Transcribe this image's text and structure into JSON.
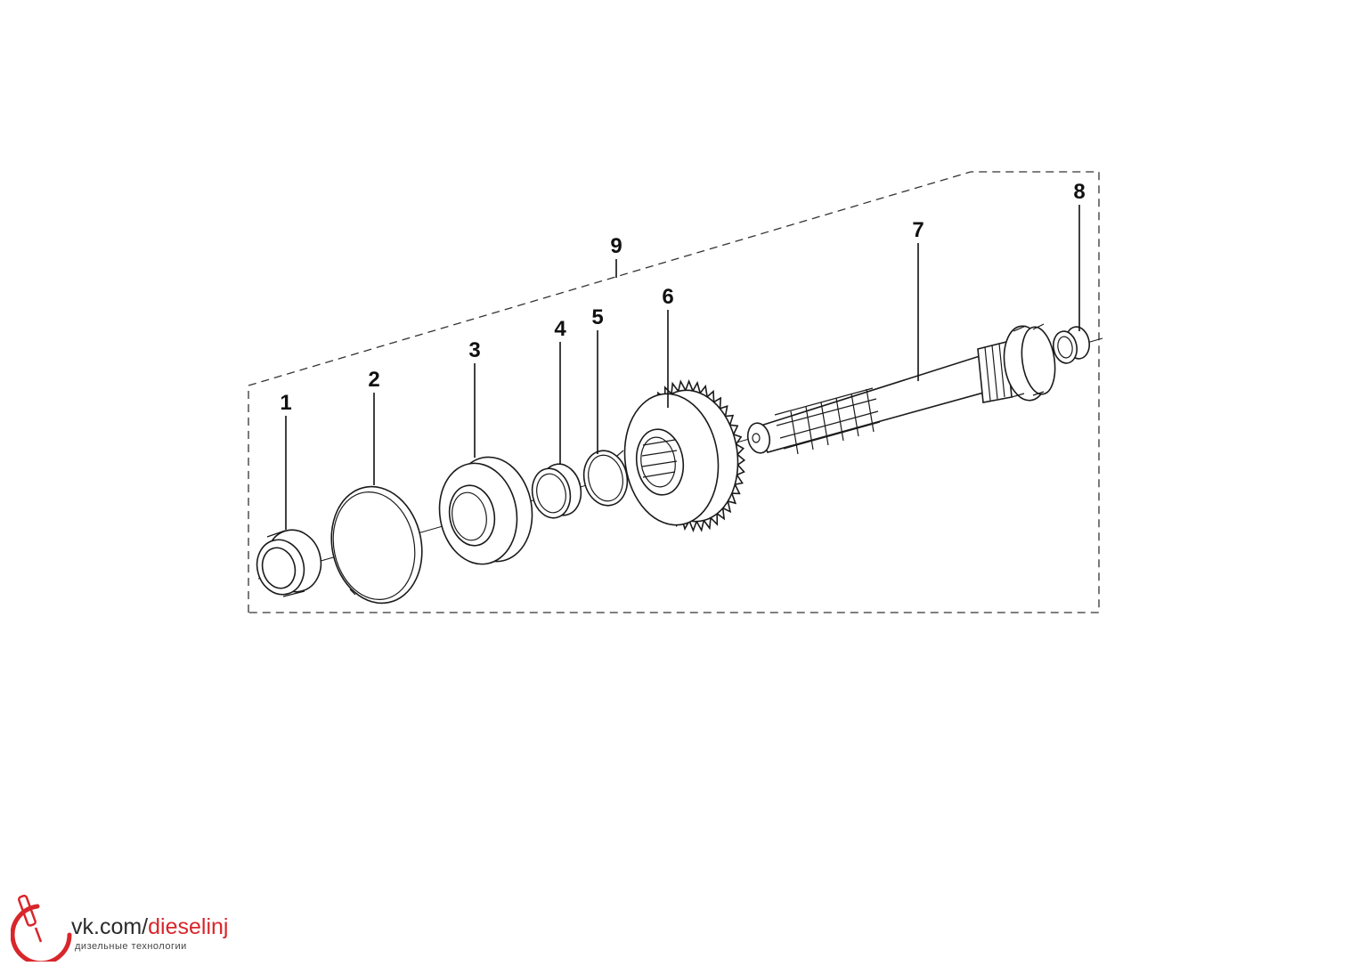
{
  "diagram": {
    "callouts": [
      {
        "id": "1",
        "label": "1"
      },
      {
        "id": "2",
        "label": "2"
      },
      {
        "id": "3",
        "label": "3"
      },
      {
        "id": "4",
        "label": "4"
      },
      {
        "id": "5",
        "label": "5"
      },
      {
        "id": "6",
        "label": "6"
      },
      {
        "id": "7",
        "label": "7"
      },
      {
        "id": "8",
        "label": "8"
      },
      {
        "id": "9",
        "label": "9"
      }
    ]
  },
  "watermark": {
    "url_host": "vk.com/",
    "url_path": "dieselinj",
    "subtitle": "дизельные технологии",
    "accent_color": "#d8262b"
  }
}
